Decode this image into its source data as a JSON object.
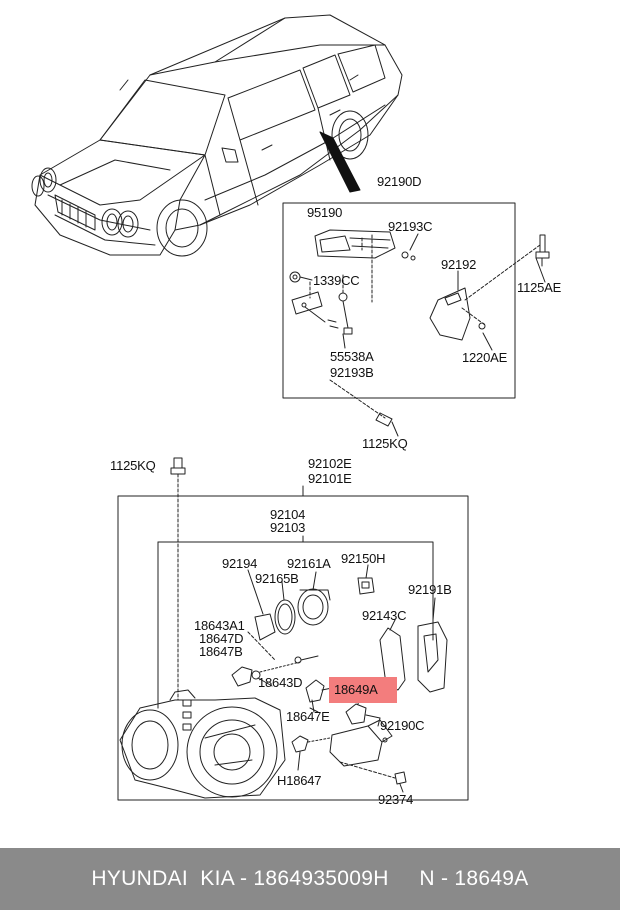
{
  "labels": {
    "p92190D": "92190D",
    "p95190": "95190",
    "p92193C": "92193C",
    "p92192": "92192",
    "p1125AE": "1125AE",
    "p1339CC": "1339CC",
    "p1220AE": "1220AE",
    "p55538A": "55538A",
    "p92193B": "92193B",
    "p1125KQ_top": "1125KQ",
    "p1125KQ_left": "1125KQ",
    "p92102E": "92102E",
    "p92101E": "92101E",
    "p92104": "92104",
    "p92103": "92103",
    "p92194": "92194",
    "p92161A": "92161A",
    "p92165B": "92165B",
    "p92150H": "92150H",
    "p92191B": "92191B",
    "p18643A1": "18643A1",
    "p18647D": "18647D",
    "p18647B": "18647B",
    "p92143C": "92143C",
    "p18643D": "18643D",
    "p18649A": "18649A",
    "p18647E": "18647E",
    "p92190C": "92190C",
    "pH18647": "H18647",
    "p92374": "92374"
  },
  "highlight": {
    "part": "18649A",
    "color": "#f37d7d"
  },
  "footer": {
    "text": "HYUNDAI  KIA - 1864935009H     N - 18649A",
    "background": "#8a8a8a",
    "color": "#ffffff"
  }
}
